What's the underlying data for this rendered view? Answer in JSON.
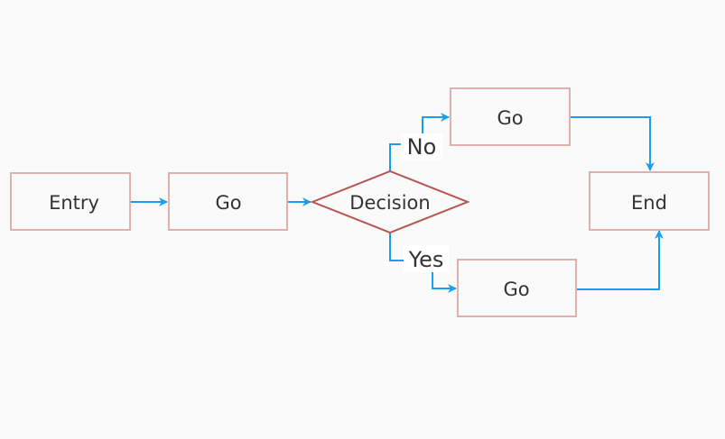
{
  "diagram": {
    "nodes": {
      "entry": "Entry",
      "go_1": "Go",
      "decision": "Decision",
      "go_top": "Go",
      "go_bottom": "Go",
      "end": "End"
    },
    "edge_labels": {
      "no": "No",
      "yes": "Yes"
    },
    "colors": {
      "background": "#fafafa",
      "node_border": "#e0b0b0",
      "decision_border": "#b85450",
      "edge": "#1a9cf0",
      "text": "#333333"
    }
  }
}
